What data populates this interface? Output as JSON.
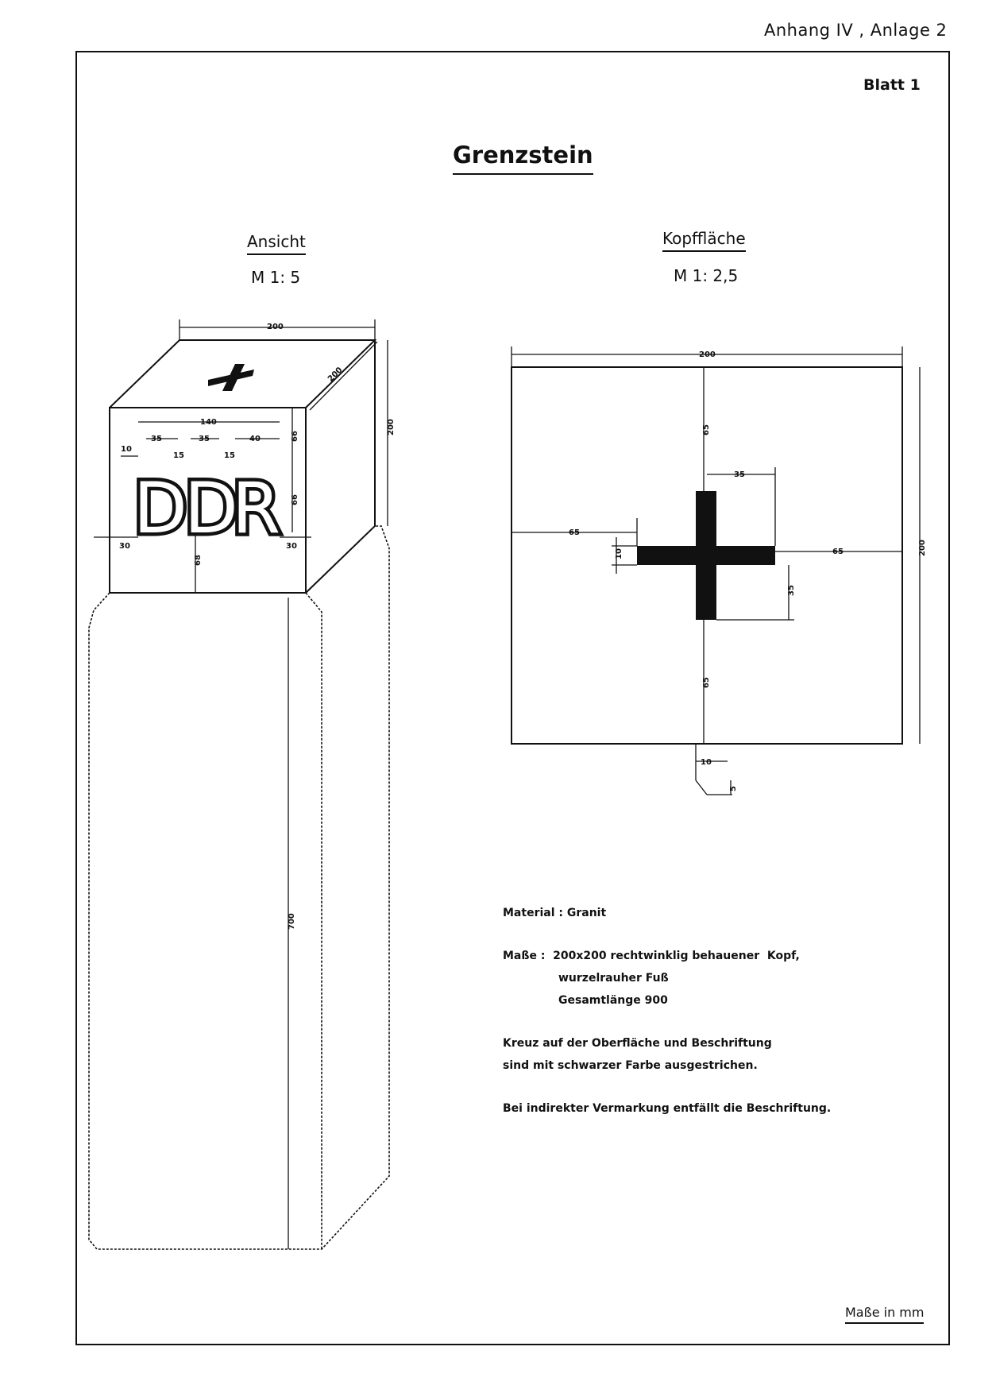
{
  "header": "Anhang IV , Anlage 2",
  "sheet": "Blatt 1",
  "title": "Grenzstein",
  "left_view": {
    "title": "Ansicht",
    "scale": "M 1: 5"
  },
  "right_view": {
    "title": "Kopffläche",
    "scale": "M 1: 2,5"
  },
  "inscription": {
    "letter1": "D",
    "letter2": "D",
    "letter3": "R"
  },
  "dims_left": {
    "top_width": "200",
    "top_depth": "200",
    "height_head": "200",
    "text_width": "140",
    "margin": "10",
    "letter_d1": "35",
    "gap1": "15",
    "letter_d2": "35",
    "gap2": "15",
    "letter_r": "40",
    "top_margin": "66",
    "letter_height": "66",
    "bottom_margin": "68",
    "side_left": "30",
    "side_right": "30",
    "shaft_length": "700"
  },
  "dims_right": {
    "width": "200",
    "height": "200",
    "cross_top": "65",
    "cross_arm_w": "35",
    "cross_left": "65",
    "cross_right": "65",
    "cross_thickness": "10",
    "cross_arm_h": "35",
    "cross_bottom": "65",
    "chamfer_w": "10",
    "chamfer_h": "5"
  },
  "spec": {
    "material": "Material : Granit",
    "masse_1": "Maße :  200x200 rechtwinklig behauener  Kopf,",
    "masse_2": "wurzelrauher Fuß",
    "masse_3": "Gesamtlänge 900",
    "note_1": "Kreuz auf der Oberfläche und Beschriftung",
    "note_2": "sind mit schwarzer Farbe ausgestrichen.",
    "note_3": "Bei indirekter Vermarkung entfällt die Beschriftung."
  },
  "units": "Maße in mm"
}
